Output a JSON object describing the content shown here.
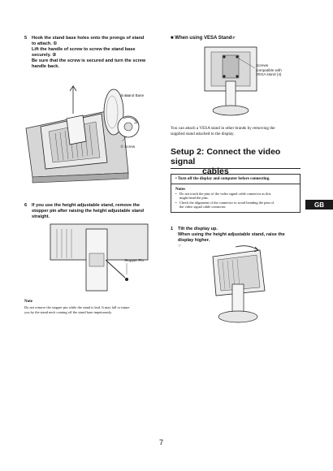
{
  "left": {
    "step5": {
      "number": "5",
      "lines": [
        "Hook the stand base holes onto the prongs of stand",
        "to attach. ①",
        "Lift the handle of screw to screw the stand base",
        "securely. ②",
        "Be sure that the screw is secured and turn the screw",
        "handle back."
      ],
      "callout_stand_base": "① Stand Base",
      "callout_screw": "② Screw"
    },
    "step6": {
      "number": "6",
      "lines": [
        "If you use the height adjustable stand, remove the",
        "stopper pin after raising the height adjustable stand",
        "straight."
      ],
      "callout_stopper_pin": "Stopper Pin"
    },
    "note": {
      "title": "Note",
      "lines": [
        "Do not remove the stopper pin while the stand is laid. It may fall or injure",
        "you by the stand neck coming off the stand base impetuously."
      ]
    }
  },
  "right": {
    "vesa": {
      "heading": "■  When using VESA Stand",
      "heading_mark": "☞",
      "callout": [
        "Screws",
        "compatible with",
        "VESA stand (4)"
      ],
      "body": [
        "You can attach a VESA stand in other brands by removing the",
        "supplied stand attached to the display."
      ]
    },
    "setup2": {
      "heading_line1": "Setup 2: Connect the video signal",
      "heading_line2": "cables",
      "box": {
        "bold": "•  Turn off the display and computer before connecting.",
        "notes_title": "Notes",
        "items": [
          [
            "Do not touch the pins of the video signal cable connector as this",
            "might bend the pins."
          ],
          [
            "Check the alignment of the connector to avoid bending the pins of",
            "the video signal cable connector."
          ]
        ]
      }
    },
    "step1": {
      "number": "1",
      "lines": [
        "Tilt the display up.",
        "When using the height adjustable stand, raise the",
        "display higher."
      ],
      "mark": "☞"
    },
    "tab": "GB"
  },
  "page_number": "7"
}
